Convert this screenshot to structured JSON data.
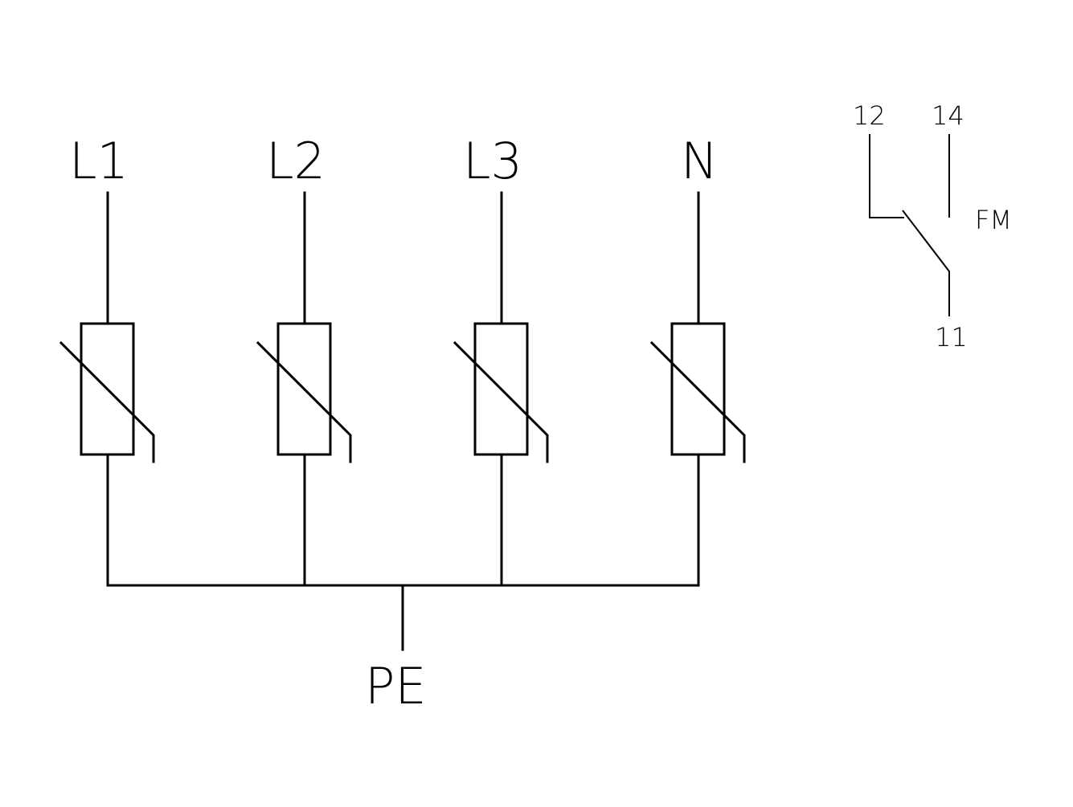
{
  "phases": [
    {
      "id": "l1",
      "label": "L1"
    },
    {
      "id": "l2",
      "label": "L2"
    },
    {
      "id": "l3",
      "label": "L3"
    },
    {
      "id": "n",
      "label": "N"
    }
  ],
  "earth": {
    "label": "PE"
  },
  "contact": {
    "label": "FM",
    "terminal_nc": "12",
    "terminal_no": "14",
    "terminal_common": "11"
  }
}
